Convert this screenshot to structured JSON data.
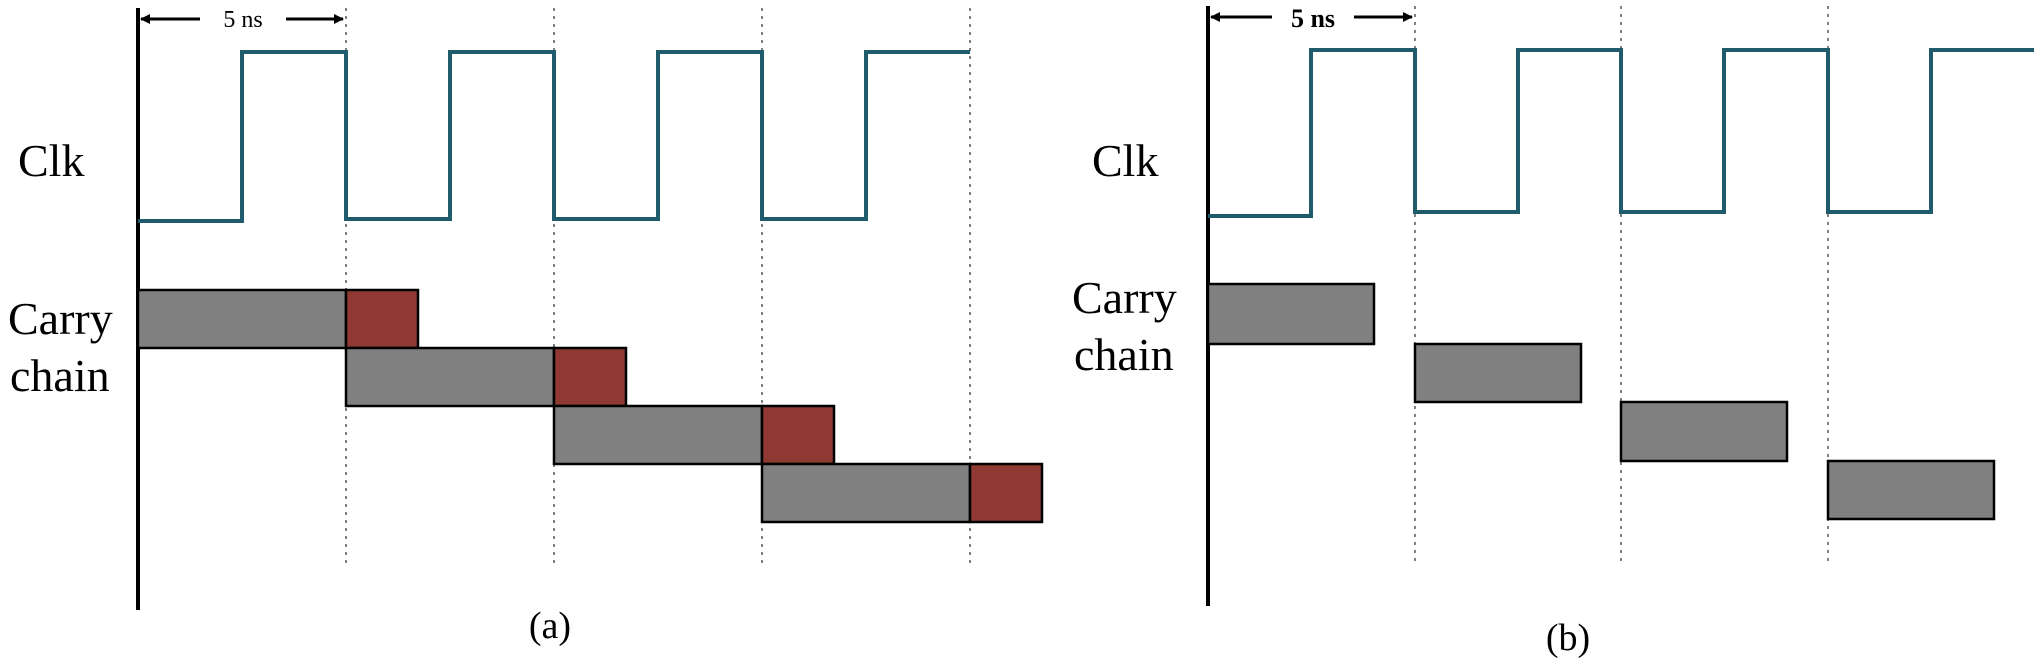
{
  "panels": [
    {
      "id": "a",
      "clk_label": "Clk",
      "carry_label_line1": "Carry",
      "carry_label_line2": "chain",
      "period_label": "5 ns",
      "caption": "(a)",
      "signal_color": "#1f5b6a",
      "carry_fill": "#808080",
      "overhead_fill": "#8e3a32"
    },
    {
      "id": "b",
      "clk_label": "Clk",
      "carry_label_line1": "Carry",
      "carry_label_line2": "chain",
      "period_label": "5 ns",
      "caption": "(b)",
      "signal_color": "#1f5b6a",
      "carry_fill": "#808080"
    }
  ]
}
